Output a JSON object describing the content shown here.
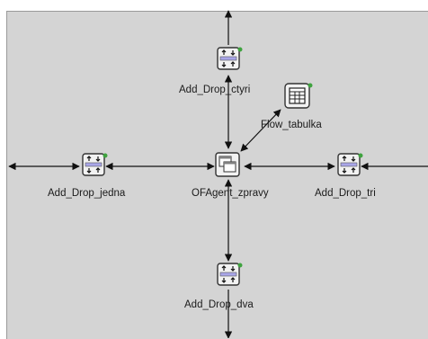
{
  "diagram": {
    "nodes": [
      {
        "id": "ctyri",
        "label": "Add_Drop_ctyri",
        "icon": "add-drop-module-icon"
      },
      {
        "id": "tabulka",
        "label": "Flow_tabulka",
        "icon": "table-icon"
      },
      {
        "id": "jedna",
        "label": "Add_Drop_jedna",
        "icon": "add-drop-module-icon"
      },
      {
        "id": "agent",
        "label": "OFAgent_zpravy",
        "icon": "windows-stack-icon"
      },
      {
        "id": "tri",
        "label": "Add_Drop_tri",
        "icon": "add-drop-module-icon"
      },
      {
        "id": "dva",
        "label": "Add_Drop_dva",
        "icon": "add-drop-module-icon"
      }
    ],
    "colors": {
      "background": "#d4d4d4",
      "node_fill": "#f2f2f2",
      "node_border": "#333333",
      "module_bar": "#a9a6e8",
      "status_dot": "#3fa33f",
      "link": "#111111"
    }
  }
}
